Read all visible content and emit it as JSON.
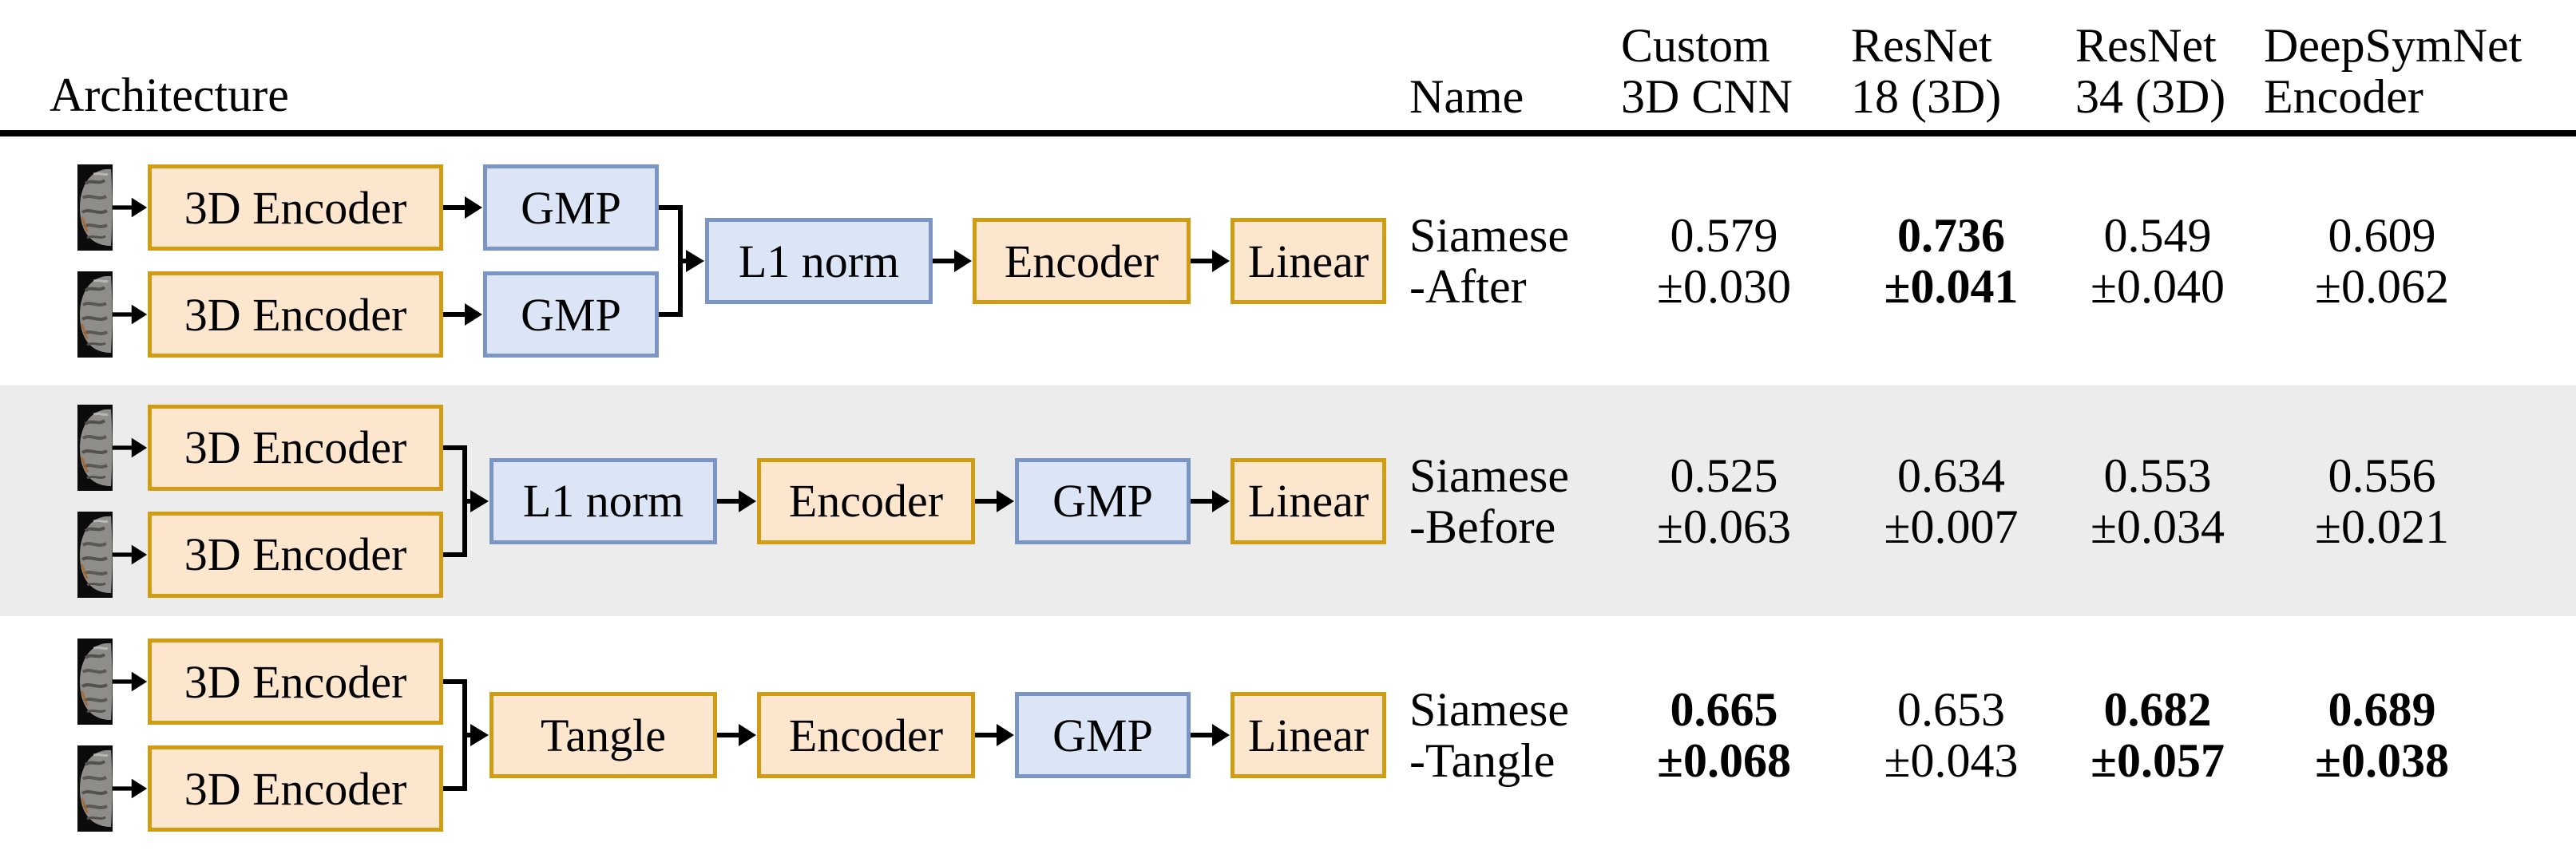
{
  "header": {
    "architecture_label": "Architecture",
    "name_label": "Name",
    "model_columns": [
      {
        "line1": "Custom",
        "line2": "3D CNN"
      },
      {
        "line1": "ResNet",
        "line2": "18 (3D)"
      },
      {
        "line1": "ResNet",
        "line2": "34 (3D)"
      },
      {
        "line1": "DeepSymNet",
        "line2": "Encoder"
      }
    ]
  },
  "colors": {
    "encoder_box_fill": "#fce6cd",
    "encoder_box_border": "#d09c13",
    "pool_box_fill": "#dbe5f6",
    "pool_box_border": "#7b96c5",
    "shaded_row_background": "#ececec",
    "rule_color": "#000000"
  },
  "rows": [
    {
      "name_line1": "Siamese",
      "name_line2": "-After",
      "architecture": {
        "input": "brain-mri-thumbnail",
        "branch_boxes": [
          "3D Encoder",
          "GMP"
        ],
        "trunk_boxes": [
          "L1 norm",
          "Encoder",
          "Linear"
        ]
      },
      "values": [
        {
          "mean": "0.579",
          "std": "±0.030",
          "bold": false
        },
        {
          "mean": "0.736",
          "std": "±0.041",
          "bold": true
        },
        {
          "mean": "0.549",
          "std": "±0.040",
          "bold": false
        },
        {
          "mean": "0.609",
          "std": "±0.062",
          "bold": false
        }
      ]
    },
    {
      "name_line1": "Siamese",
      "name_line2": "-Before",
      "architecture": {
        "input": "brain-mri-thumbnail",
        "branch_boxes": [
          "3D Encoder"
        ],
        "trunk_boxes": [
          "L1 norm",
          "Encoder",
          "GMP",
          "Linear"
        ]
      },
      "values": [
        {
          "mean": "0.525",
          "std": "±0.063",
          "bold": false
        },
        {
          "mean": "0.634",
          "std": "±0.007",
          "bold": false
        },
        {
          "mean": "0.553",
          "std": "±0.034",
          "bold": false
        },
        {
          "mean": "0.556",
          "std": "±0.021",
          "bold": false
        }
      ]
    },
    {
      "name_line1": "Siamese",
      "name_line2": "-Tangle",
      "architecture": {
        "input": "brain-mri-thumbnail",
        "branch_boxes": [
          "3D Encoder"
        ],
        "trunk_boxes": [
          "Tangle",
          "Encoder",
          "GMP",
          "Linear"
        ]
      },
      "values": [
        {
          "mean": "0.665",
          "std": "±0.068",
          "bold": true
        },
        {
          "mean": "0.653",
          "std": "±0.043",
          "bold": false
        },
        {
          "mean": "0.682",
          "std": "±0.057",
          "bold": true
        },
        {
          "mean": "0.689",
          "std": "±0.038",
          "bold": true
        }
      ]
    }
  ]
}
